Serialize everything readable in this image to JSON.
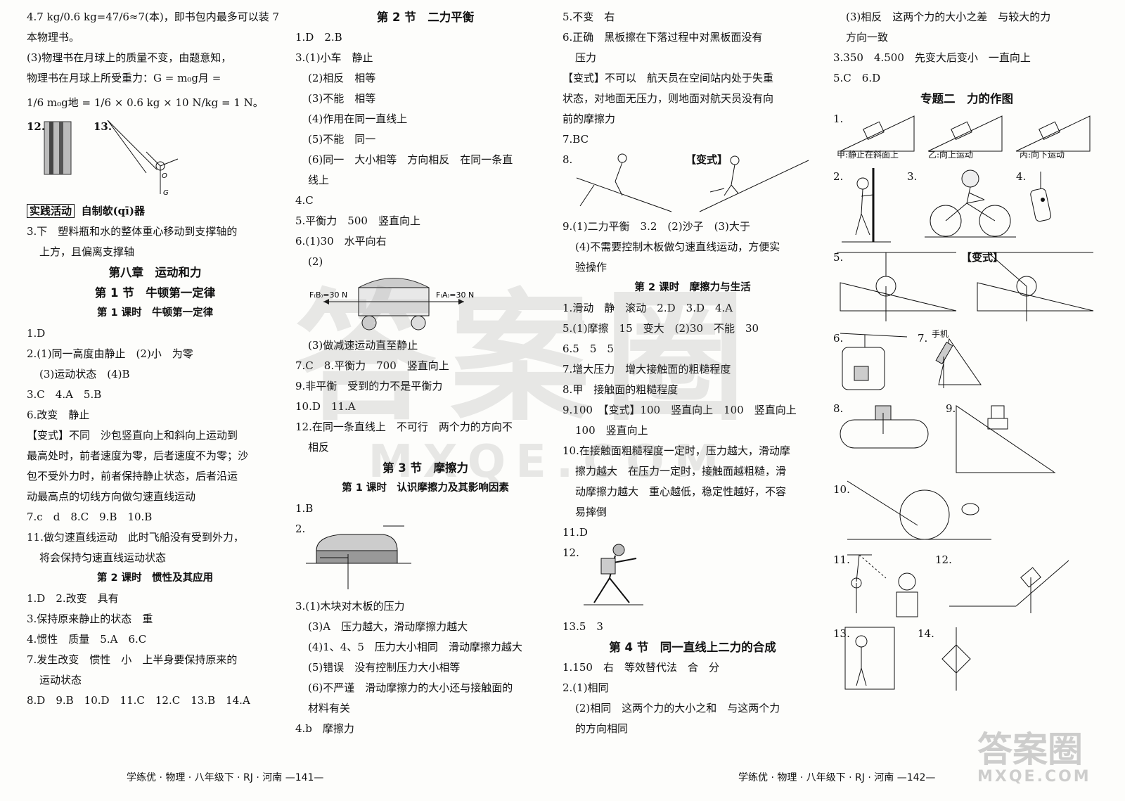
{
  "col1": {
    "frac_line": "4.7 kg/0.6 kg=47/6≈7(本)，即书包内最多可以装 7",
    "l1b": "本物理书。",
    "l2": "(3)物理书在月球上的质量不变，由题意知，",
    "l3": "物理书在月球上所受重力：G = m₀g月 =",
    "l4": "1/6 m₀g地 = 1/6 × 0.6 kg × 10 N/kg = 1 N。",
    "q12": "12.",
    "q13": "13.",
    "practice_box": "实践活动",
    "practice_title": "自制欹(qī)器",
    "p3a": "3.下　塑料瓶和水的整体重心移动到支撑轴的",
    "p3b": "上方，且偏离支撑轴",
    "chapter": "第八章　运动和力",
    "sec1": "第 1 节　牛顿第一定律",
    "sec1k1": "第 1 课时　牛顿第一定律",
    "a1": "1.D",
    "a2": "2.(1)同一高度由静止　(2)小　为零",
    "a2b": "(3)运动状态　(4)B",
    "a3": "3.C　4.A　5.B",
    "a6": "6.改变　静止",
    "bs1": "【变式】不同　沙包竖直向上和斜向上运动到",
    "bs2": "最高处时，前者速度为零，后者速度不为零；沙",
    "bs3": "包不受外力时，前者保持静止状态，后者沿运",
    "bs4": "动最高点的切线方向做匀速直线运动",
    "a7": "7.c　d　8.C　9.B　10.B",
    "a11a": "11.做匀速直线运动　此时飞船没有受到外力，",
    "a11b": "将会保持匀速直线运动状态",
    "sec1k2": "第 2 课时　惯性及其应用",
    "b1": "1.D　2.改变　具有",
    "b3": "3.保持原来静止的状态　重",
    "b4": "4.惯性　质量　5.A　6.C",
    "b7a": "7.发生改变　惯性　小　上半身要保持原来的",
    "b7b": "运动状态",
    "b8": "8.D　9.B　10.D　11.C　12.C　13.B　14.A"
  },
  "col2": {
    "sec2": "第 2 节　二力平衡",
    "a1": "1.D　2.B",
    "a3": "3.(1)小车　静止",
    "a3b": "(2)相反　相等",
    "a3c": "(3)不能　相等",
    "a3d": "(4)作用在同一直线上",
    "a3e": "(5)不能　同一",
    "a3f": "(6)同一　大小相等　方向相反　在同一条直",
    "a3g": "线上",
    "a4": "4.C",
    "a5": "5.平衡力　500　竖直向上",
    "a6": "6.(1)30　水平向右",
    "a6b": "(2)",
    "fb_label": "F₍B₎=30 N",
    "fa_label": "F₍A₎=30 N",
    "a6c": "(3)做减速运动直至静止",
    "a7": "7.C　8.平衡力　700　竖直向上",
    "a9": "9.非平衡　受到的力不是平衡力",
    "a10": "10.D　11.A",
    "a12a": "12.在同一条直线上　不可行　两个力的方向不",
    "a12b": "相反",
    "sec3": "第 3 节　摩擦力",
    "sec3k1": "第 1 课时　认识摩擦力及其影响因素",
    "c1": "1.B",
    "c2": "2.",
    "c3": "3.(1)木块对木板的压力",
    "c3b": "(3)A　压力越大，滑动摩擦力越大",
    "c3c": "(4)1、4、5　压力大小相同　滑动摩擦力越大",
    "c3d": "(5)错误　没有控制压力大小相等",
    "c3e": "(6)不严谨　滑动摩擦力的大小还与接触面的",
    "c3f": "材料有关",
    "c4": "4.b　摩擦力"
  },
  "col3": {
    "a5": "5.不变　右",
    "a6a": "6.正确　黑板擦在下落过程中对黑板面没有",
    "a6b": "压力",
    "bs1": "【变式】不可以　航天员在空间站内处于失重",
    "bs2": "状态，对地面无压力，则地面对航天员没有向",
    "bs3": "前的摩擦力",
    "a7": "7.BC",
    "a8": "8.",
    "a8bs": "【变式】",
    "a9": "9.(1)二力平衡　3.2　(2)沙子　(3)大于",
    "a9b": "(4)不需要控制木板做匀速直线运动，方便实",
    "a9c": "验操作",
    "k2": "第 2 课时　摩擦力与生活",
    "b1": "1.滑动　静　滚动　2.D　3.D　4.A",
    "b5": "5.(1)摩擦　15　变大　(2)30　不能　30",
    "b6": "6.5　5　5",
    "b7": "7.增大压力　增大接触面的粗糙程度",
    "b8": "8.甲　接触面的粗糙程度",
    "b9a": "9.100　【变式】100　竖直向上　100　竖直向上",
    "b9b": "100　竖直向上",
    "b10a": "10.在接触面粗糙程度一定时，压力越大，滑动摩",
    "b10b": "擦力越大　在压力一定时，接触面越粗糙，滑",
    "b10c": "动摩擦力越大　重心越低，稳定性越好，不容",
    "b10d": "易摔倒",
    "b11": "11.D",
    "b12": "12.",
    "b13": "13.5　3",
    "sec4": "第 4 节　同一直线上二力的合成",
    "c1": "1.150　右　等效替代法　合　分",
    "c2": "2.(1)相同",
    "c2b": "(2)相同　这两个力的大小之和　与这两个力",
    "c2c": "的方向相同"
  },
  "col4": {
    "l1": "(3)相反　这两个力的大小之差　与较大的力",
    "l2": "方向一致",
    "l3": "3.350　4.500　先变大后变小　一直向上",
    "l4": "5.C　6.D",
    "topic": "专题二　力的作图",
    "n1": "1.",
    "cap_a": "甲:静止在斜面上",
    "cap_b": "乙:向上运动",
    "cap_c": "丙:向下运动",
    "n2": "2.",
    "n3": "3.",
    "n4": "4.",
    "n5": "5.",
    "bs": "【变式】",
    "n6": "6.",
    "n7": "7.",
    "phone": "手机",
    "n8": "8.",
    "n9": "9.",
    "n10": "10.",
    "n11": "11.",
    "n12": "12.",
    "n13": "13.",
    "n14": "14."
  },
  "footer": {
    "left": "学练优 · 物理 · 八年级下 · RJ · 河南 —141—",
    "right": "学练优 · 物理 · 八年级下 · RJ · 河南 —142—"
  },
  "watermark": {
    "big": "答案圈",
    "small": "MXQE.COM",
    "corner_big": "答案圈",
    "corner_small": "MXQE.COM"
  }
}
